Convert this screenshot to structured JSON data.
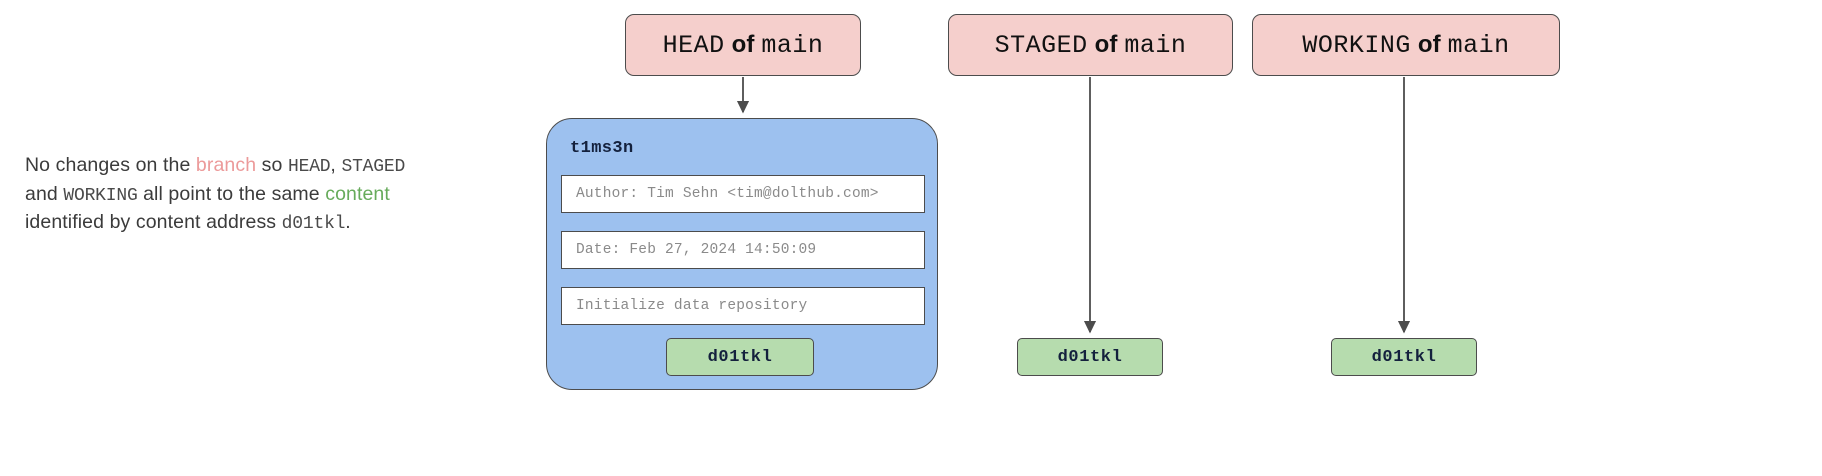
{
  "description": {
    "line1_pre": "No changes on the ",
    "kw_branch": "branch",
    "line1_mid": " so ",
    "ref_head": "HEAD",
    "line1_comma": ", ",
    "ref_staged": "STAGED",
    "line2_pre": "and ",
    "ref_working": "WORKING",
    "line2_mid": " all point to the same ",
    "kw_content": "content",
    "line3_pre": "identified by content address ",
    "content_address": "d01tkl",
    "line3_end": "."
  },
  "refs": [
    {
      "id": "head",
      "name": "HEAD",
      "of": "of",
      "branch": "main"
    },
    {
      "id": "staged",
      "name": "STAGED",
      "of": "of",
      "branch": "main"
    },
    {
      "id": "working",
      "name": "WORKING",
      "of": "of",
      "branch": "main"
    }
  ],
  "commit": {
    "hash": "t1ms3n",
    "author": "Author: Tim Sehn <tim@dolthub.com>",
    "date": "Date: Feb 27, 2024 14:50:09",
    "message": "Initialize data repository",
    "content_address": "d01tkl"
  },
  "badges": {
    "head": "d01tkl",
    "staged": "d01tkl",
    "working": "d01tkl"
  },
  "colors": {
    "ref_box_fill": "#f5cfcc",
    "commit_card_fill": "#9dc1ef",
    "content_badge_fill": "#b6dcae",
    "stroke": "#4c4c4c",
    "branch_text": "#ec9a9a",
    "content_text": "#67ab5b",
    "body_text": "#3b3b3b"
  }
}
